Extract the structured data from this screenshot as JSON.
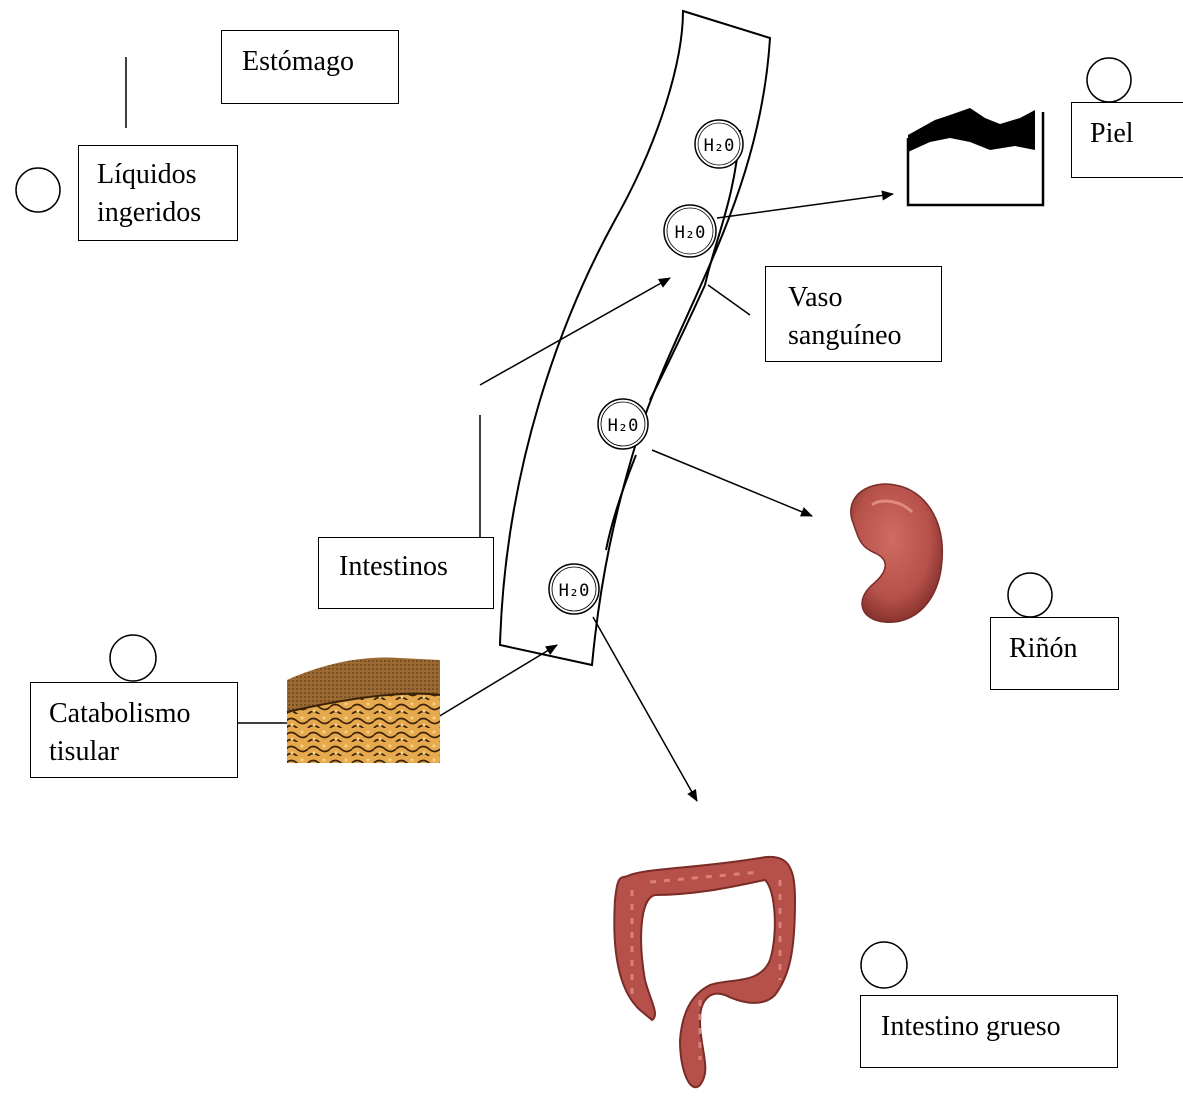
{
  "labels": {
    "estomago": "Estómago",
    "liquidos_line1": "Líquidos",
    "liquidos_line2": "ingeridos",
    "piel": "Piel",
    "vaso_line1": "Vaso",
    "vaso_line2": "sanguíneo",
    "intestinos": "Intestinos",
    "rinon": "Riñón",
    "catabolismo_line1": "Catabolismo",
    "catabolismo_line2": "tisular",
    "intestino_grueso": "Intestino grueso"
  },
  "molecule_text": "H₂0",
  "colors": {
    "organ": "#b5514a",
    "organ_dark": "#8a342f",
    "tissue": "#c98b3c",
    "tissue_dark": "#7a4e1f",
    "skin": "#000000"
  }
}
